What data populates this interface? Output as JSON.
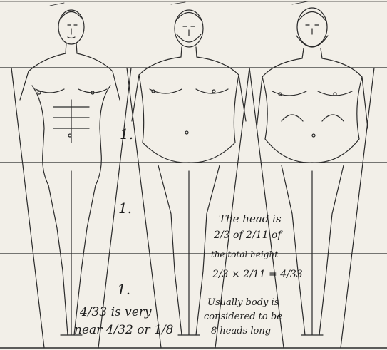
{
  "sections": {
    "marks": [
      "1.",
      "1.",
      "1."
    ]
  },
  "notes": {
    "head_line1": "The head is",
    "head_line2": "2/3 of 2/11 of",
    "total_height": "the total height",
    "formula": "2/3 × 2/11 = 4/33",
    "usually_line1": "Usually body is",
    "usually_line2": "considered to be",
    "usually_line3": "8 heads long",
    "left_line1": "4/33 is very",
    "left_line2": "near 4/32 or 1/8"
  },
  "colors": {
    "paper": "#f2efe8",
    "ink": "#222222"
  }
}
